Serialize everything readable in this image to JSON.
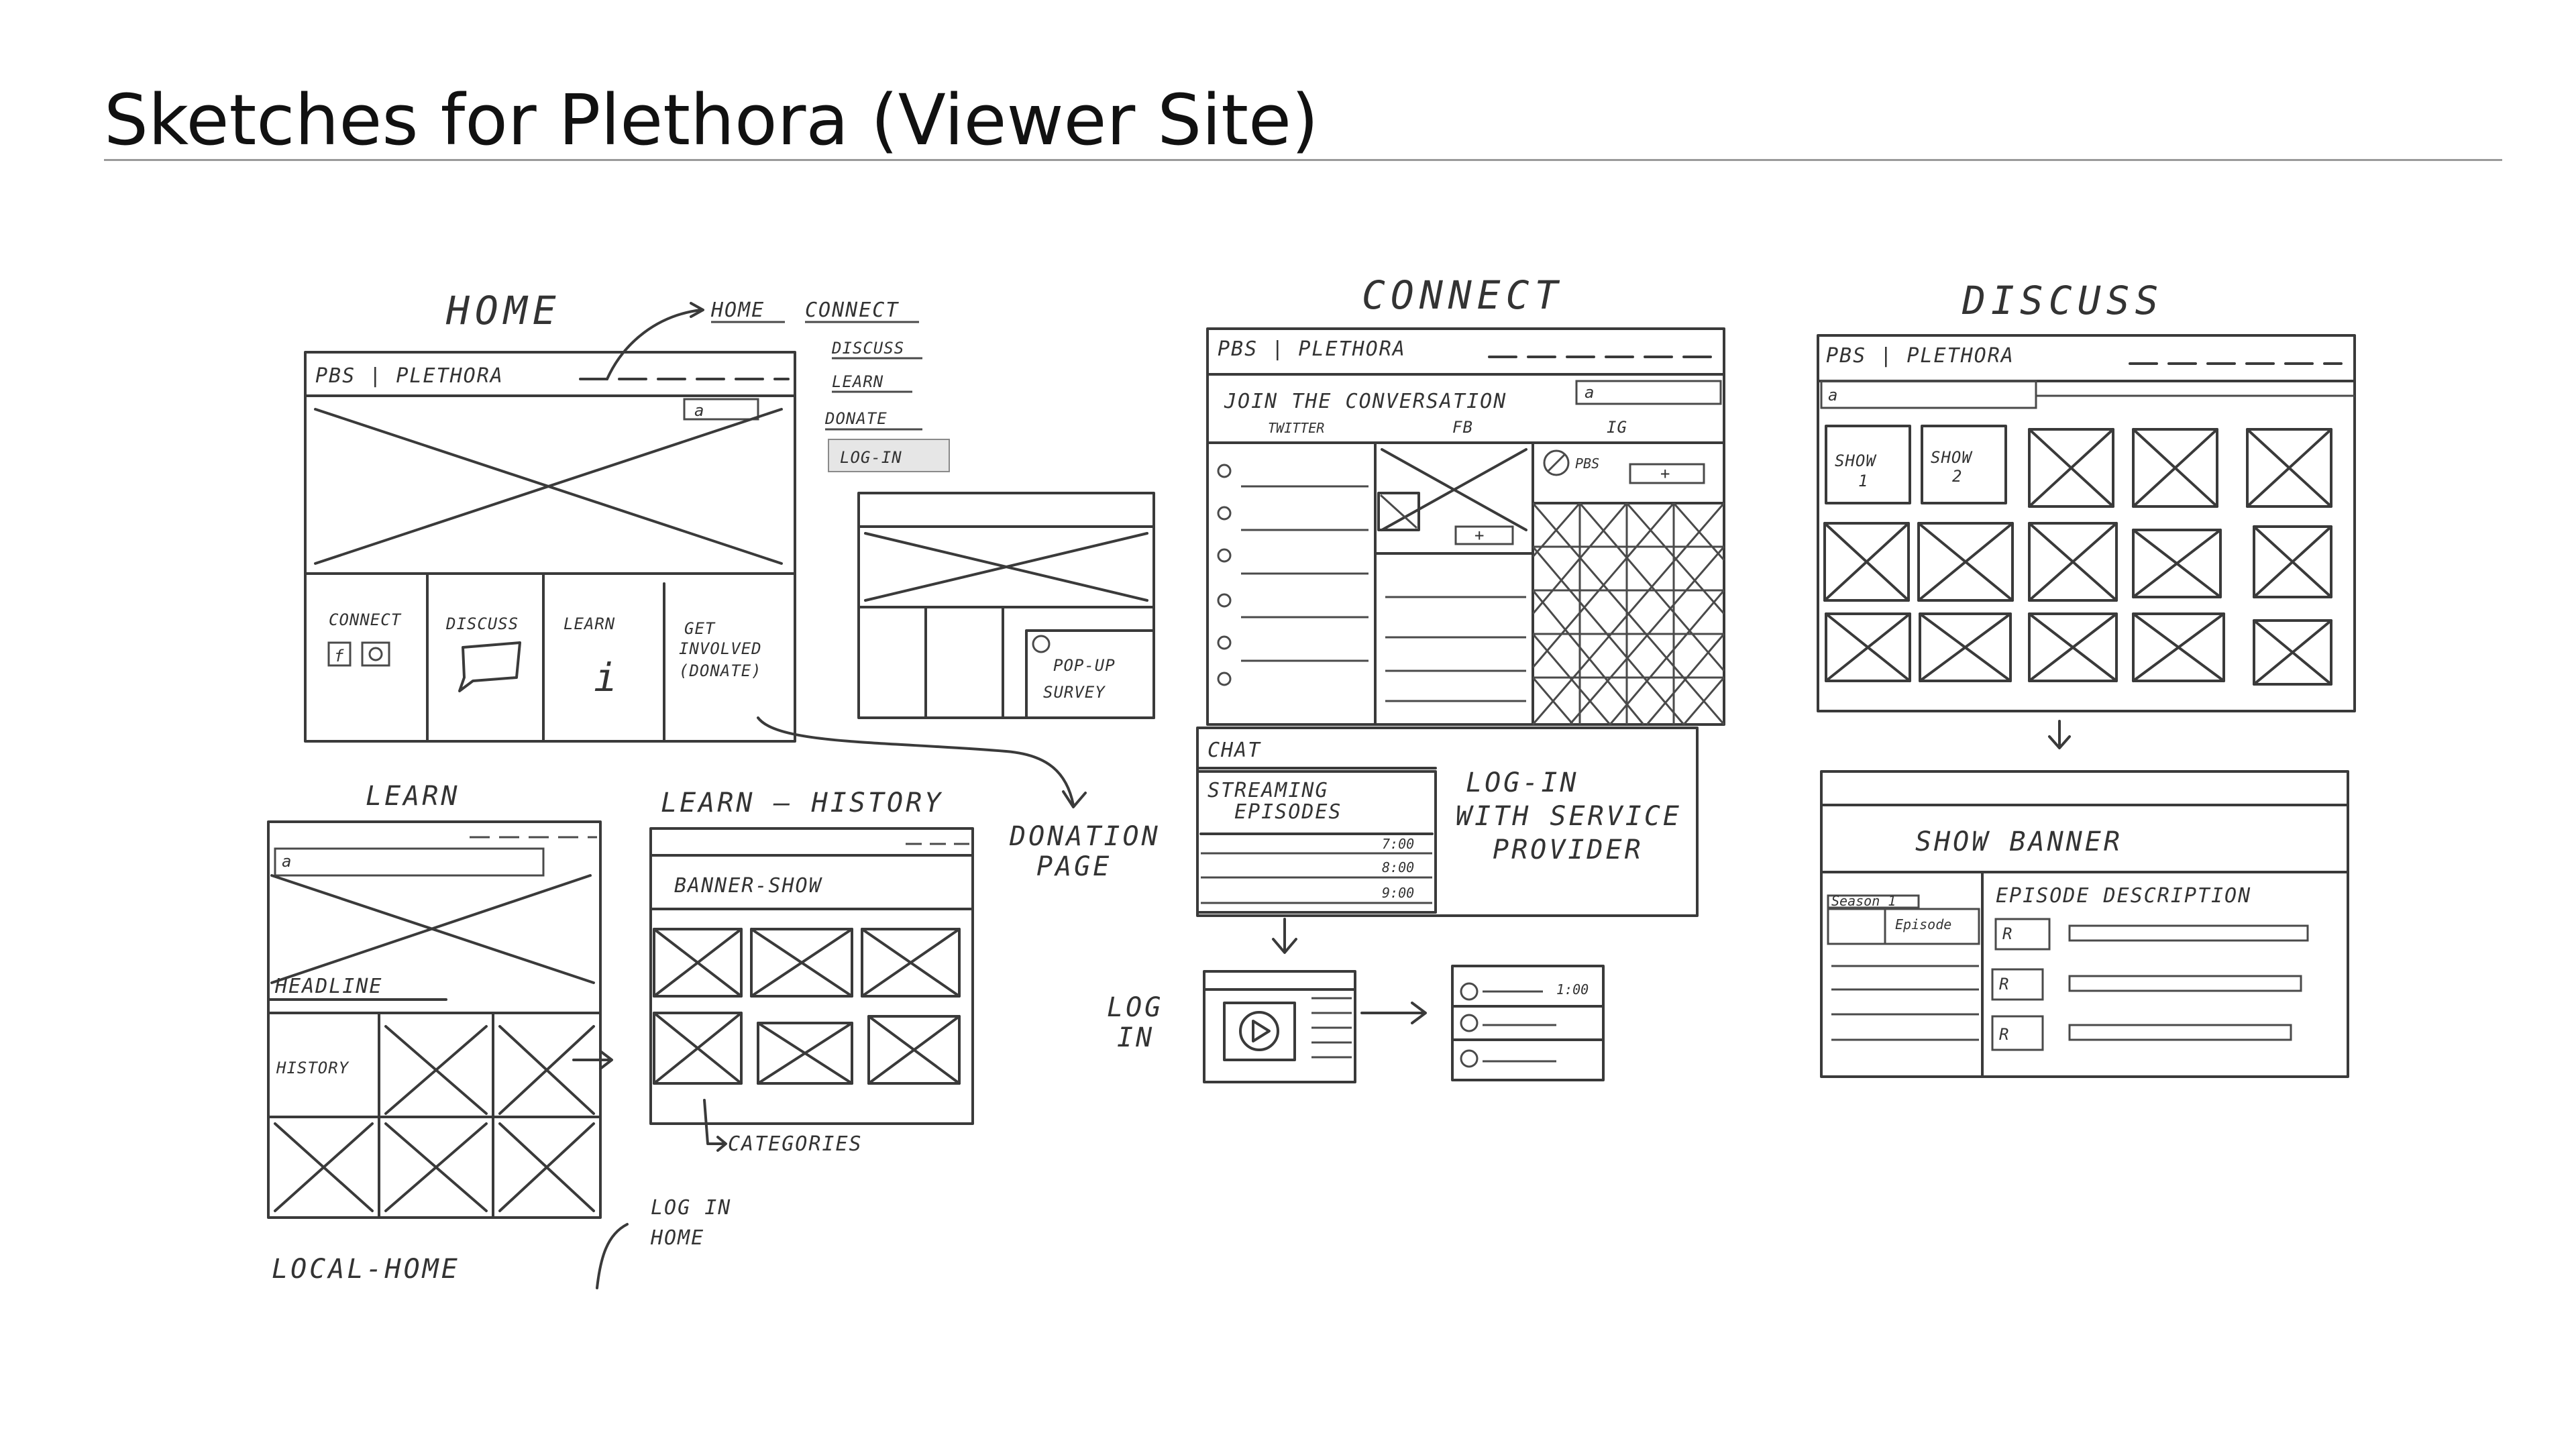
{
  "title": "Sketches for Plethora (Viewer Site)",
  "labels": {
    "home": "HOME",
    "connect": "CONNECT",
    "discuss": "DISCUSS",
    "learn": "LEARN",
    "learn_history": "LEARN — HISTORY",
    "local_home": "LOCAL-HOME",
    "login_home_1": "LOG IN",
    "login_home_2": "HOME",
    "donation_1": "DONATION",
    "donation_2": "PAGE",
    "login_1": "LOG",
    "login_2": "IN",
    "categories": "CATEGORIES"
  },
  "nav_menu": [
    "HOME",
    "CONNECT",
    "DISCUSS",
    "LEARN",
    "DONATE",
    "LOG-IN"
  ],
  "home_wireframe": {
    "brand": "PBS | PLETHORA",
    "tiles": [
      "CONNECT",
      "DISCUSS",
      "LEARN"
    ],
    "get_involved": [
      "GET",
      "INVOLVED",
      "(DONATE)"
    ]
  },
  "popup": [
    "POP-UP",
    "SURVEY"
  ],
  "connect_wireframe": {
    "brand": "PBS | PLETHORA",
    "heading": "JOIN THE CONVERSATION",
    "columns": [
      "TWITTER",
      "FB",
      "IG"
    ],
    "ig_tag": "PBS",
    "chat": "CHAT",
    "streaming": [
      "STREAMING",
      "EPISODES"
    ],
    "times": [
      "7:00",
      "8:00",
      "9:00"
    ],
    "login_provider": [
      "LOG-IN",
      "WITH SERVICE",
      "PROVIDER"
    ],
    "list_time": "1:00"
  },
  "discuss_wireframe": {
    "brand": "PBS | PLETHORA",
    "shows": [
      [
        "SHOW",
        "1"
      ],
      [
        "SHOW",
        "2"
      ]
    ],
    "banner": "SHOW BANNER",
    "episode_desc": "EPISODE DESCRIPTION",
    "season": "Season 1",
    "episode": "Episode"
  },
  "learn_wireframe": {
    "headline": "HEADLINE",
    "history": "HISTORY"
  },
  "learn_history_wireframe": {
    "banner": "BANNER-SHOW"
  }
}
